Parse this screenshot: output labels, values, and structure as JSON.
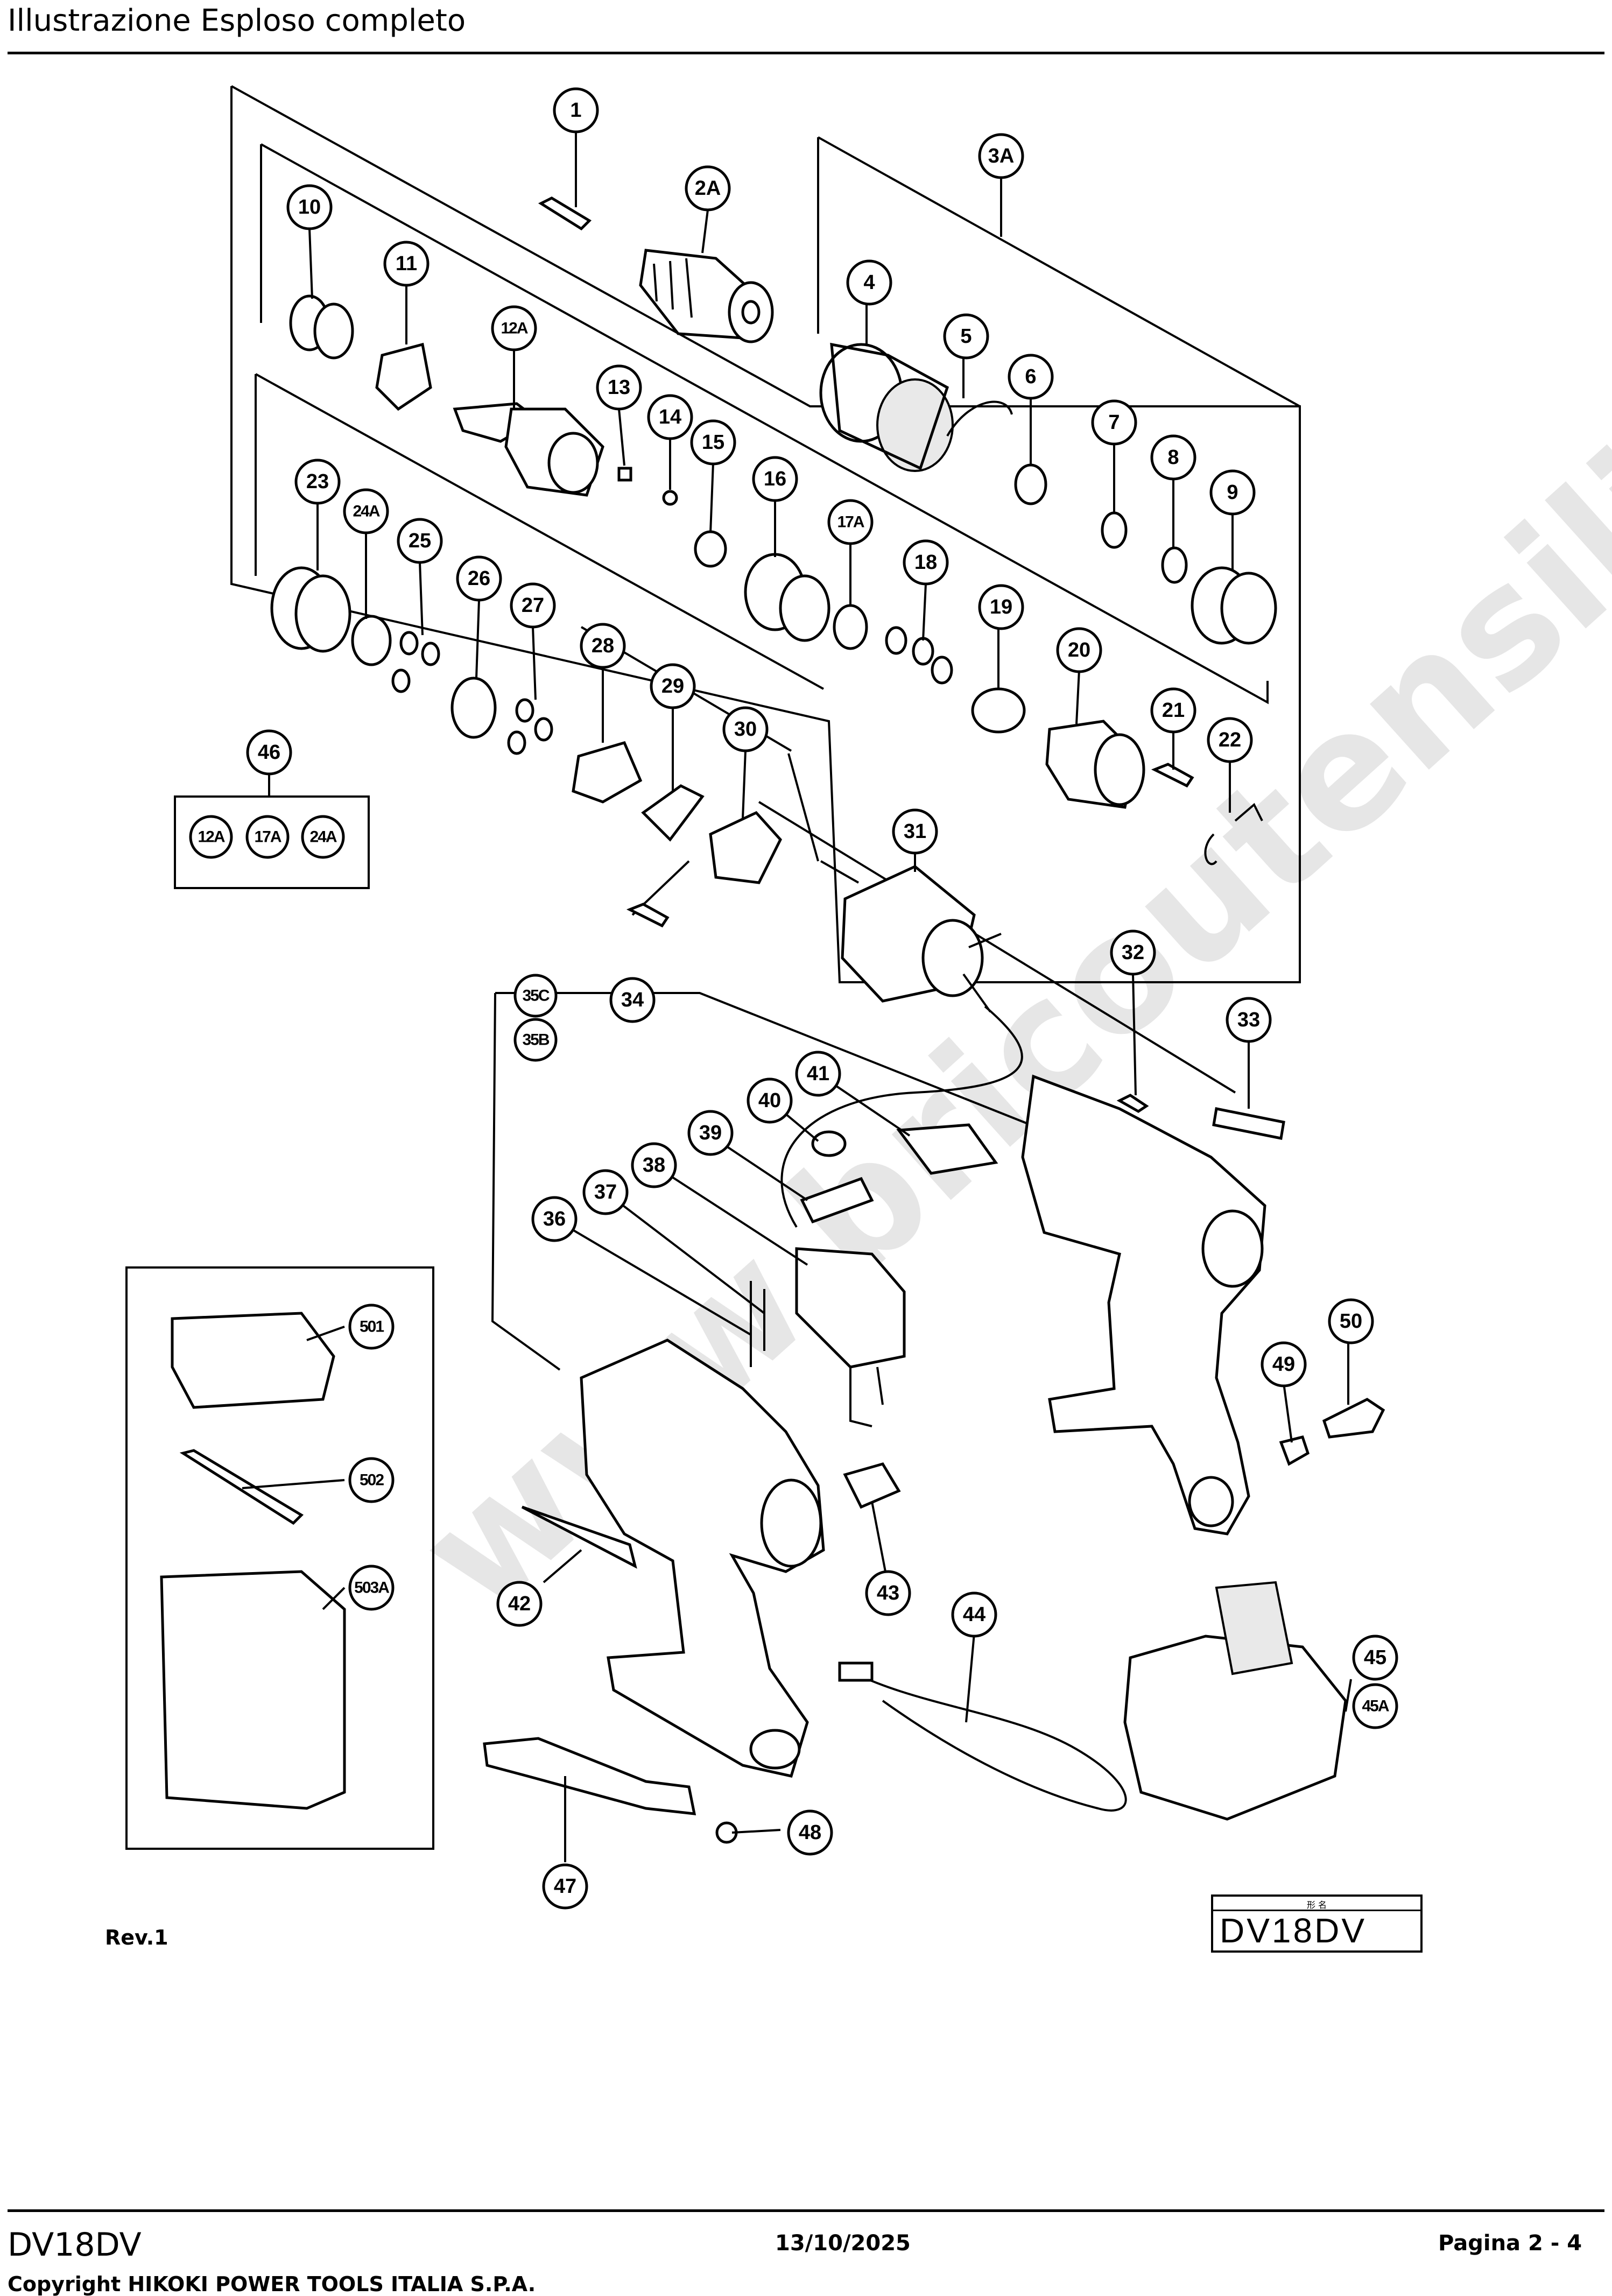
{
  "header": {
    "title": "Illustrazione  Esploso completo"
  },
  "diagram": {
    "callouts": [
      "1",
      "2A",
      "3A",
      "4",
      "5",
      "6",
      "7",
      "8",
      "9",
      "10",
      "11",
      "12A",
      "13",
      "14",
      "15",
      "16",
      "17A",
      "18",
      "19",
      "20",
      "21",
      "22",
      "23",
      "24A",
      "25",
      "26",
      "27",
      "28",
      "29",
      "30",
      "31",
      "32",
      "33",
      "34",
      "35C",
      "35B",
      "36",
      "37",
      "38",
      "39",
      "40",
      "41",
      "42",
      "43",
      "44",
      "45",
      "45A",
      "46",
      "47",
      "48",
      "49",
      "50",
      "501",
      "502",
      "503A"
    ],
    "kit_46_items": [
      "12A",
      "17A",
      "24A"
    ],
    "watermark": "www.bricoutensili.com",
    "revision": "Rev.1",
    "model_box": {
      "caption": "形 名",
      "model": "DV18DV"
    }
  },
  "footer": {
    "model": "DV18DV",
    "date": "13/10/2025",
    "page": "Pagina 2 - 4",
    "copyright": "Copyright HIKOKI POWER TOOLS ITALIA S.P.A."
  }
}
